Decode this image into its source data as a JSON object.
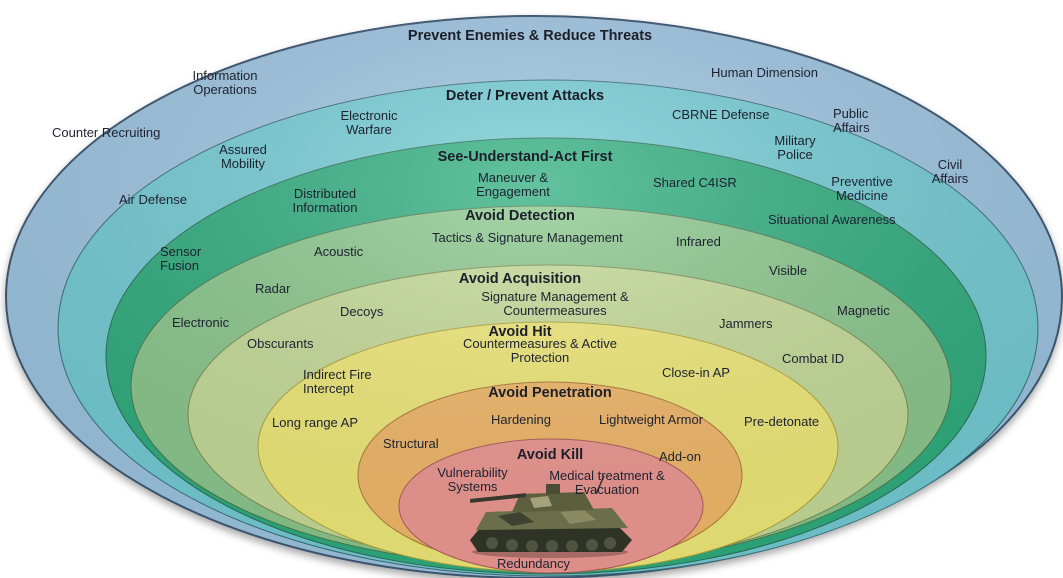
{
  "layers": {
    "prevent": {
      "title": "Prevent Enemies & Reduce Threats",
      "items": [
        "Information\nOperations",
        "Human Dimension",
        "Counter Recruiting",
        "Civil\nAffairs",
        "Public\nAffairs",
        "Military\nPolice",
        "Preventive\nMedicine"
      ]
    },
    "deter": {
      "title": "Deter / Prevent Attacks",
      "items": [
        "Electronic\nWarfare",
        "CBRNE Defense",
        "Assured\nMobility",
        "Air Defense",
        "Sensor\nFusion",
        "Electronic"
      ]
    },
    "see": {
      "title": "See-Understand-Act First",
      "items": [
        "Maneuver &\nEngagement",
        "Shared C4ISR",
        "Distributed\nInformation",
        "Situational Awareness"
      ]
    },
    "detection": {
      "title": "Avoid Detection",
      "items": [
        "Tactics & Signature Management",
        "Infrared",
        "Acoustic",
        "Visible",
        "Radar",
        "Magnetic"
      ]
    },
    "acquisition": {
      "title": "Avoid Acquisition",
      "items": [
        "Signature Management &\nCountermeasures",
        "Decoys",
        "Jammers",
        "Obscurants",
        "Combat ID"
      ]
    },
    "hit": {
      "title": "Avoid Hit",
      "items": [
        "Countermeasures & Active\nProtection",
        "Indirect Fire\nIntercept",
        "Close-in AP",
        "Long range AP",
        "Pre-detonate"
      ]
    },
    "penetration": {
      "title": "Avoid Penetration",
      "items": [
        "Hardening",
        "Lightweight Armor",
        "Structural",
        "Add-on"
      ]
    },
    "kill": {
      "title": "Avoid Kill",
      "items": [
        "Vulnerability\nSystems",
        "Medical treatment &\nEvacuation",
        "Redundancy"
      ]
    }
  },
  "colors": {
    "prevent": "#9ec6e3",
    "deter": "#74cdd6",
    "see": "#2fae7f",
    "detection": "#8cc98e",
    "acquisition": "#c8de9a",
    "hit": "#f3ec7a",
    "penetration": "#f5bb6a",
    "kill": "#f29a94"
  }
}
